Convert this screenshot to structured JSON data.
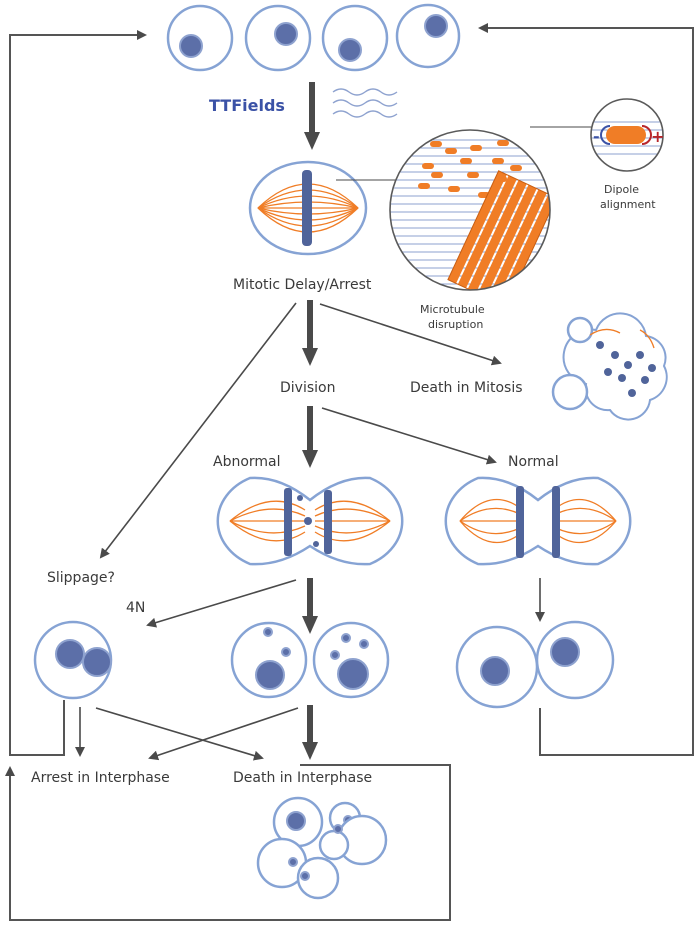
{
  "labels": {
    "ttfields": "TTFields",
    "mitotic_delay": "Mitotic Delay/Arrest",
    "microtubule": "Microtubule",
    "disruption": "disruption",
    "dipole": "Dipole",
    "alignment": "alignment",
    "division": "Division",
    "death_mitosis": "Death in Mitosis",
    "abnormal": "Abnormal",
    "normal": "Normal",
    "slippage": "Slippage?",
    "four_n": "4N",
    "arrest_interphase": "Arrest in Interphase",
    "death_interphase": "Death in Interphase",
    "dipole_minus": "-",
    "dipole_plus": "+"
  },
  "colors": {
    "ttfields_text": "#3b52a6",
    "spindle_orange": "#f07d26",
    "cell_outline": "#86a3d4",
    "nucleus": "#5c6fa8",
    "arrow": "#4a4a4a"
  }
}
